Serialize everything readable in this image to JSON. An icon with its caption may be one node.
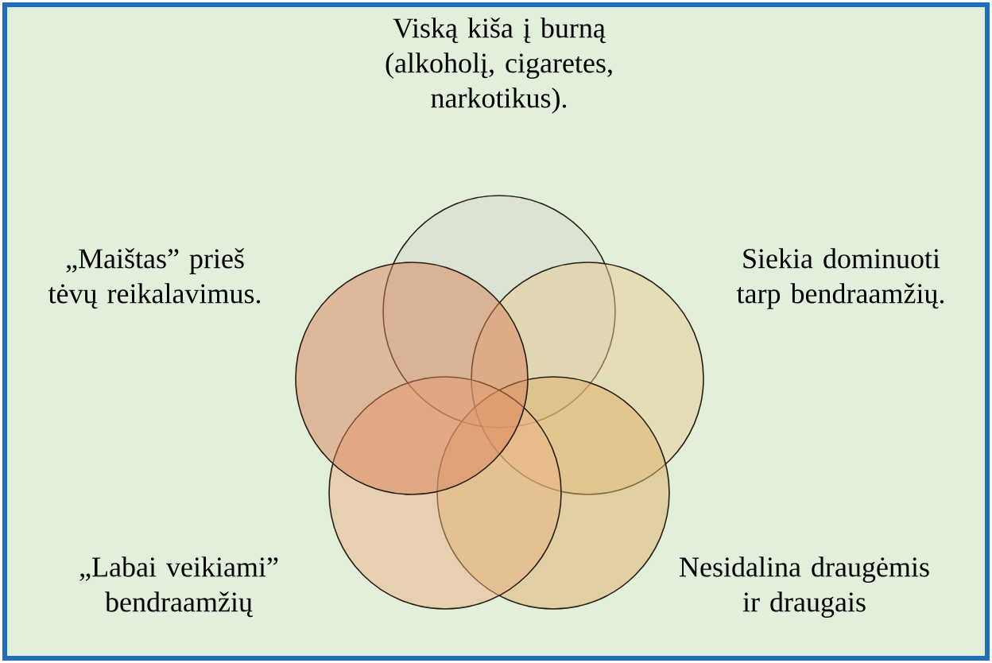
{
  "diagram": {
    "nodes": [
      {
        "text": [],
        "shape": "circle"
      },
      {
        "text": [],
        "shape": "circle"
      },
      {
        "text": [],
        "shape": "circle"
      },
      {
        "text": [],
        "shape": "circle"
      },
      {
        "text": [],
        "shape": "circle"
      }
    ],
    "labels": [
      "Viską kiša į burną (alkoholį, cigaretes, narkotikus).",
      "„Maištas” prieš tėvų reikalavimus.",
      "Siekia dominuoti tarp bendraamžių.",
      "„Labai veikiami” bendraamžių",
      "Nesidalina draugėmis ir draugais"
    ]
  }
}
